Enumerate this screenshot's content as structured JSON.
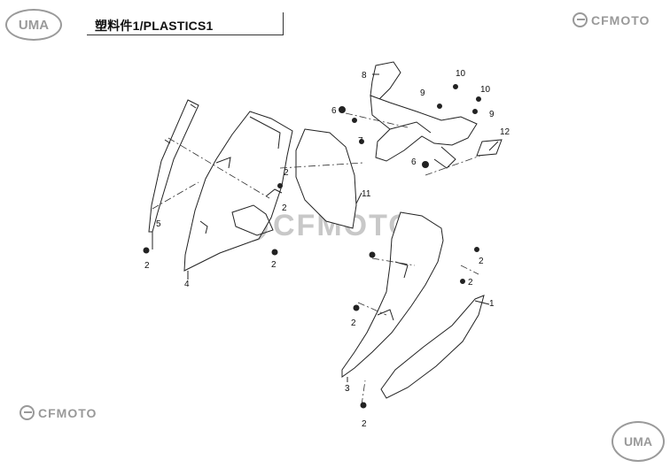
{
  "header": {
    "title": "塑料件1/PLASTICS1",
    "uma_logo": "UMA",
    "brand": "CFMOTO"
  },
  "footer": {
    "brand": "CFMOTO",
    "uma_logo": "UMA"
  },
  "watermark": "CFMOTO",
  "callouts": [
    "1",
    "2",
    "2",
    "2",
    "2",
    "2",
    "2",
    "2",
    "2",
    "3",
    "4",
    "5",
    "6",
    "6",
    "7",
    "8",
    "9",
    "9",
    "10",
    "10",
    "11",
    "12"
  ]
}
